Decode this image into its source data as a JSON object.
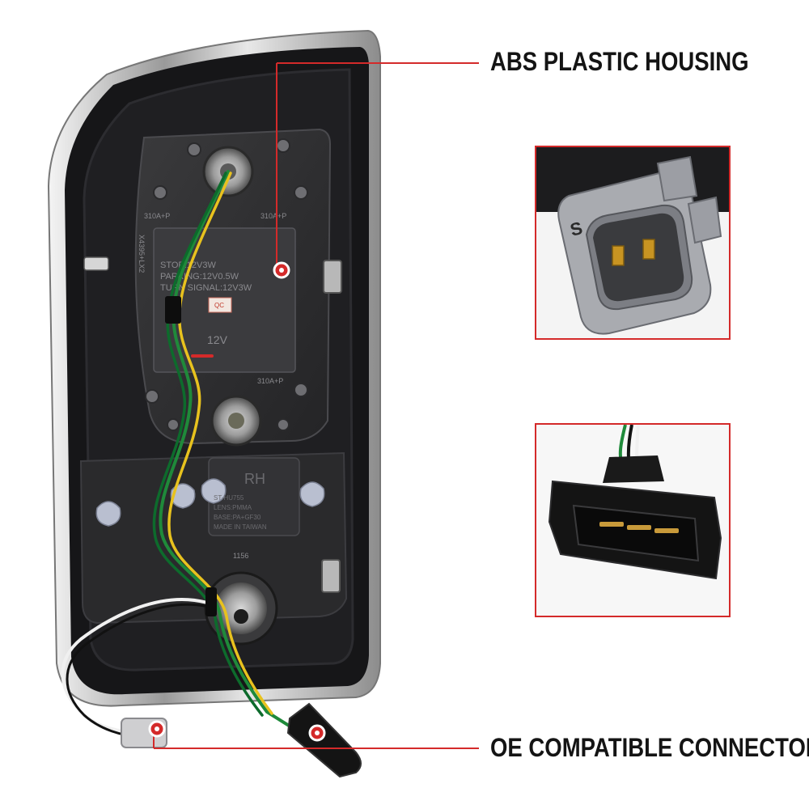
{
  "callouts": {
    "housing": "ABS PLASTIC HOUSING",
    "connectors": "OE COMPATIBLE CONNECTORS"
  },
  "housing_markings": {
    "spec_line_1": "STOP:12V3W",
    "spec_line_2": "PARKING:12V0.5W",
    "spec_line_3": "TURN SIGNAL:12V3W",
    "voltage": "12V",
    "bulb_code_left": "310A+P",
    "bulb_code_right": "310A+P",
    "bulb_code_lower": "310A+P",
    "lower_socket_code": "1156",
    "side_code": "X4395+LX2",
    "qc_label": "QC",
    "rh_badge": "RH",
    "lens_line_1": "ST-HU755",
    "lens_line_2": "LENS:PMMA",
    "lens_line_3": "BASE:PA+GF30",
    "lens_line_4": "MADE IN TAIWAN"
  },
  "inset_connector_mark": "S",
  "colors": {
    "accent_red": "#d42a2a",
    "label_text": "#141414",
    "housing": "#161618",
    "chrome": "#c9c9c9"
  },
  "icons": {
    "callout_marker": "red-dot-marker-icon"
  }
}
